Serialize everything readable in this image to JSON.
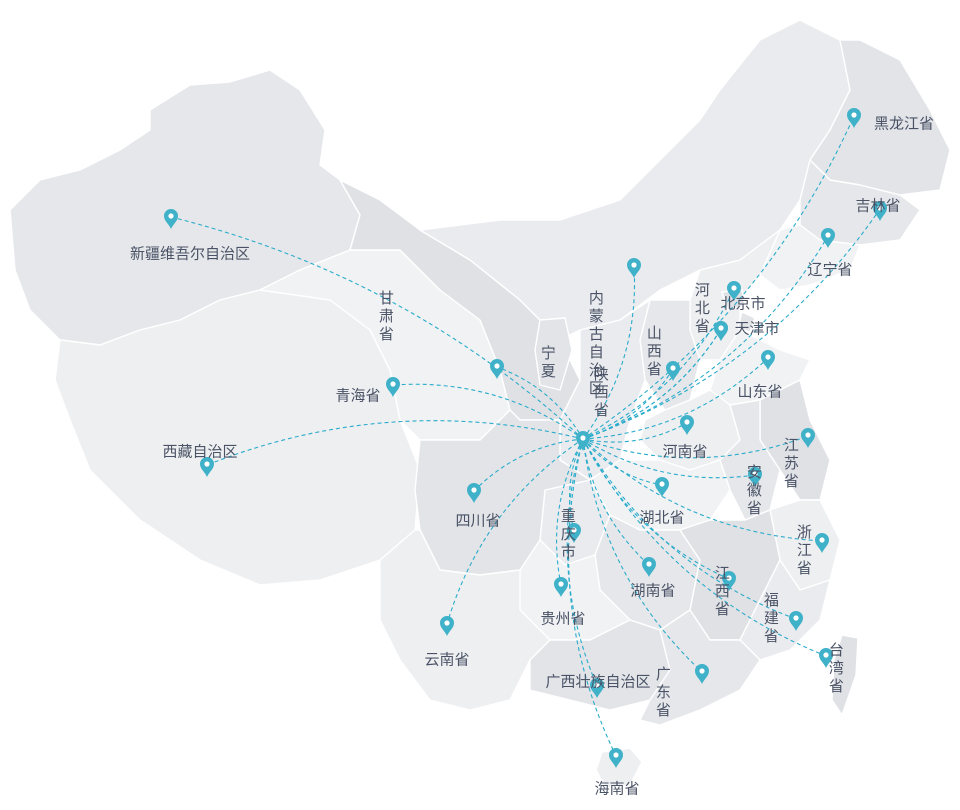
{
  "colors": {
    "route": "#2aaccb",
    "marker": "#3fb1c8",
    "marker_center": "#ffffff",
    "region_fills": [
      "#e5e7ea",
      "#eaebee",
      "#dfe1e5",
      "#eeeff1",
      "#e2e4e8",
      "#f1f2f4"
    ],
    "label": "#4a5366"
  },
  "provinces": [
    {
      "id": "xinjiang",
      "label": "新疆维吾尔自治区"
    },
    {
      "id": "xizang",
      "label": "西藏自治区"
    },
    {
      "id": "qinghai",
      "label": "青海省"
    },
    {
      "id": "gansu",
      "label": "甘肃省"
    },
    {
      "id": "neimenggu",
      "label": "内蒙古自治区"
    },
    {
      "id": "ningxia",
      "label": "宁夏"
    },
    {
      "id": "shaanxi",
      "label": "陕西省"
    },
    {
      "id": "shanxi",
      "label": "山西省"
    },
    {
      "id": "hebei",
      "label": "河北省"
    },
    {
      "id": "beijing",
      "label": "北京市"
    },
    {
      "id": "tianjin",
      "label": "天津市"
    },
    {
      "id": "liaoning",
      "label": "辽宁省"
    },
    {
      "id": "jilin",
      "label": "吉林省"
    },
    {
      "id": "heilongjiang",
      "label": "黑龙江省"
    },
    {
      "id": "shandong",
      "label": "山东省"
    },
    {
      "id": "henan",
      "label": "河南省"
    },
    {
      "id": "jiangsu",
      "label": "江苏省"
    },
    {
      "id": "anhui",
      "label": "安徽省"
    },
    {
      "id": "hubei",
      "label": "湖北省"
    },
    {
      "id": "sichuan",
      "label": "四川省"
    },
    {
      "id": "chongqing",
      "label": "重庆市"
    },
    {
      "id": "zhejiang",
      "label": "浙江省"
    },
    {
      "id": "hunan",
      "label": "湖南省"
    },
    {
      "id": "guizhou",
      "label": "贵州省"
    },
    {
      "id": "jiangxi",
      "label": "江西省"
    },
    {
      "id": "fujian",
      "label": "福建省"
    },
    {
      "id": "yunnan",
      "label": "云南省"
    },
    {
      "id": "guangxi",
      "label": "广西壮族自治区"
    },
    {
      "id": "guangdong",
      "label": "广东省"
    },
    {
      "id": "taiwan",
      "label": "台湾省"
    },
    {
      "id": "hainan",
      "label": "海南省"
    }
  ],
  "routes": {
    "origin": "shaanxi",
    "destinations": [
      "xinjiang",
      "xizang",
      "qinghai",
      "gansu",
      "neimenggu",
      "ningxia",
      "shanxi",
      "hebei",
      "beijing",
      "tianjin",
      "liaoning",
      "jilin",
      "heilongjiang",
      "shandong",
      "henan",
      "jiangsu",
      "anhui",
      "hubei",
      "sichuan",
      "chongqing",
      "zhejiang",
      "hunan",
      "guizhou",
      "jiangxi",
      "fujian",
      "yunnan",
      "guangxi",
      "guangdong",
      "taiwan",
      "hainan"
    ]
  }
}
